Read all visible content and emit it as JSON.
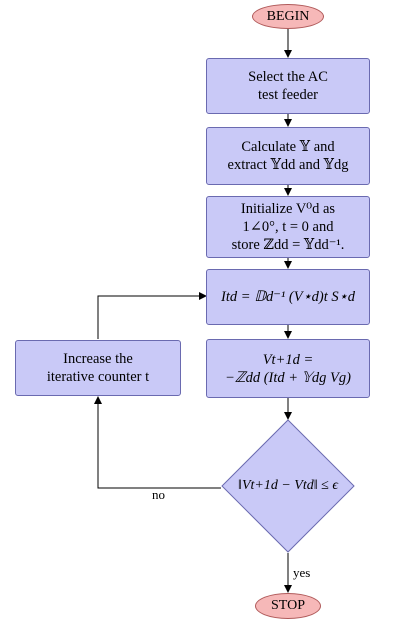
{
  "begin": "BEGIN",
  "stop": "STOP",
  "step1": {
    "line1": "Select the AC",
    "line2": "test feeder"
  },
  "step2": {
    "line1": "Calculate 𝕐 and",
    "line2": "extract 𝕐dd and 𝕐dg"
  },
  "step3": {
    "line1": "Initialize V⁰d as",
    "line2": "1∠0°, t = 0 and",
    "line3": "store ℤdd = 𝕐dd⁻¹."
  },
  "step4": {
    "formula": "Itd = 𝔻d⁻¹ (V⋆d)t S⋆d"
  },
  "step5": {
    "line1": "Vt+1d =",
    "line2": "−ℤdd (Itd + 𝕐dg Vg)"
  },
  "step6": {
    "line1": "Increase the",
    "line2": "iterative counter t"
  },
  "decision": {
    "condition": "‖Vt+1d − Vtd‖ ≤ ϵ"
  },
  "edges": {
    "no": "no",
    "yes": "yes"
  }
}
